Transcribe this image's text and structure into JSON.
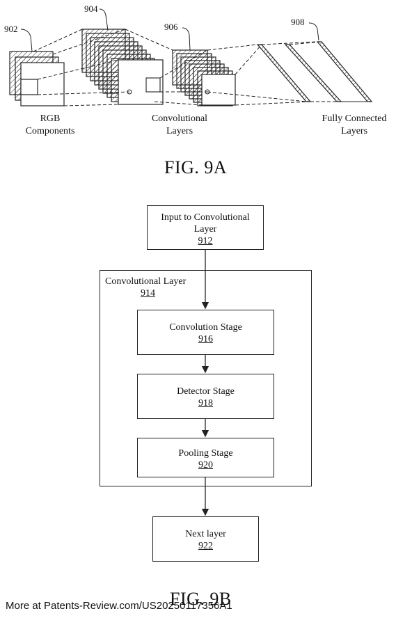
{
  "fig9a": {
    "refs": {
      "rgb": "902",
      "conv_maps": "904",
      "conv_layers": "906",
      "fc": "908"
    },
    "labels": {
      "rgb_line1": "RGB",
      "rgb_line2": "Components",
      "conv_line1": "Convolutional",
      "conv_line2": "Layers",
      "fc_line1": "Fully Connected",
      "fc_line2": "Layers"
    },
    "caption": "FIG. 9A"
  },
  "fig9b": {
    "input": {
      "line1": "Input to Convolutional",
      "line2": "Layer",
      "ref": "912"
    },
    "conv_layer": {
      "label": "Convolutional Layer",
      "ref": "914"
    },
    "conv_stage": {
      "label": "Convolution Stage",
      "ref": "916"
    },
    "detector_stage": {
      "label": "Detector Stage",
      "ref": "918"
    },
    "pooling_stage": {
      "label": "Pooling Stage",
      "ref": "920"
    },
    "next_layer": {
      "label": "Next layer",
      "ref": "922"
    },
    "caption": "FIG. 9B"
  },
  "footer": {
    "text": "More at Patents-Review.com/US20250117356A1"
  }
}
